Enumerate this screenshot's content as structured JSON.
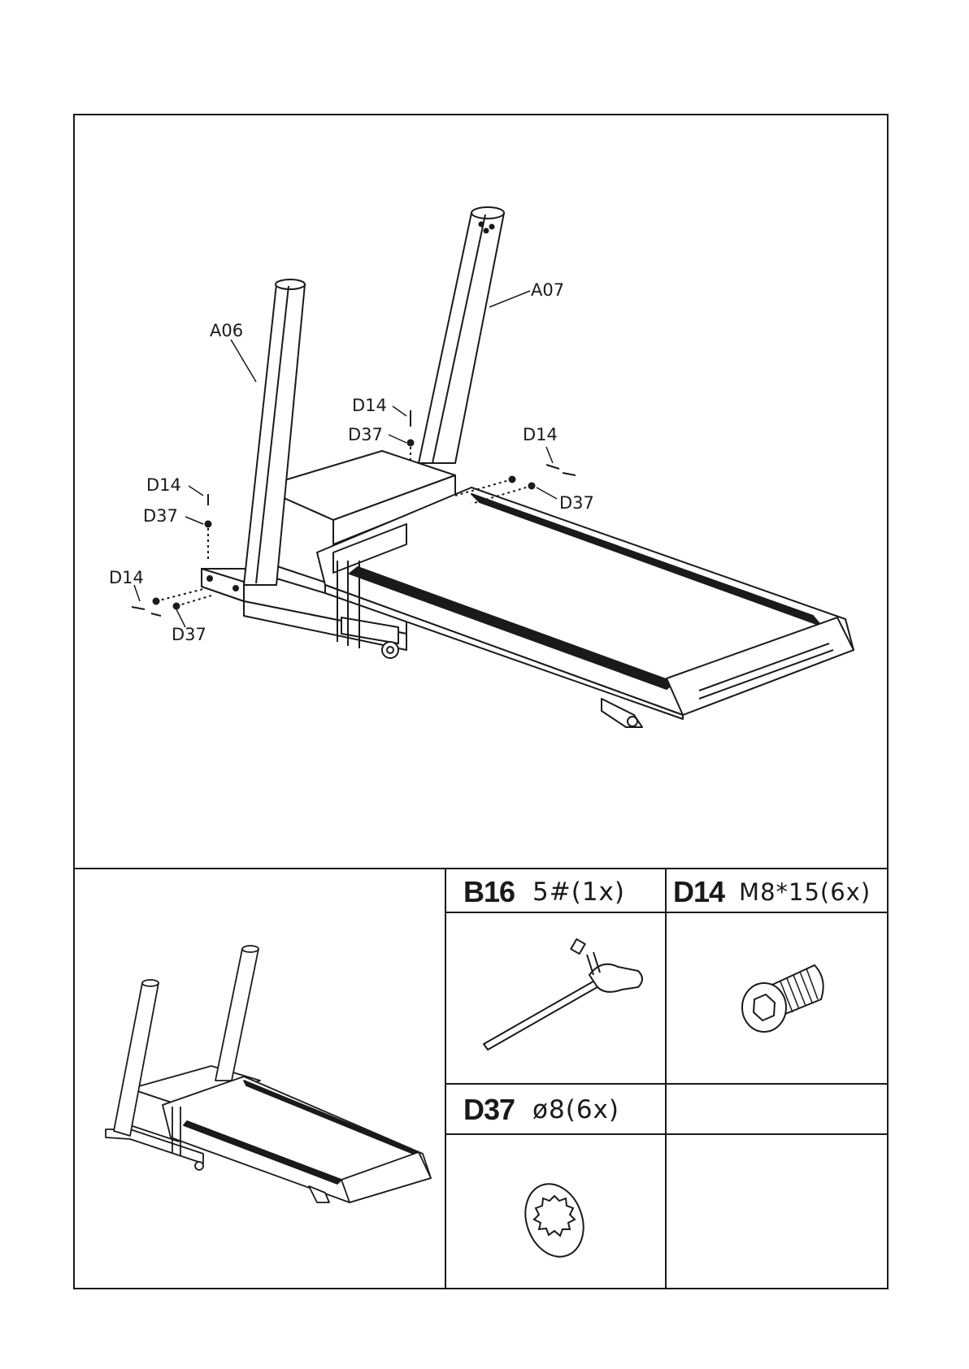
{
  "main_diagram": {
    "labels": {
      "a06": "A06",
      "a07": "A07",
      "d14_center": "D14",
      "d37_center": "D37",
      "d14_right": "D14",
      "d37_right": "D37",
      "d14_left_upper": "D14",
      "d37_left_upper": "D37",
      "d14_left_lower": "D14",
      "d37_left_lower": "D37"
    }
  },
  "parts": {
    "b16": {
      "code": "B16",
      "spec": "5#(1x)",
      "icon": "hex-key-icon"
    },
    "d14": {
      "code": "D14",
      "spec": "M8*15(6x)",
      "icon": "button-head-bolt-icon"
    },
    "d37": {
      "code": "D37",
      "spec": "ø8(6x)",
      "icon": "star-lock-washer-icon"
    }
  }
}
